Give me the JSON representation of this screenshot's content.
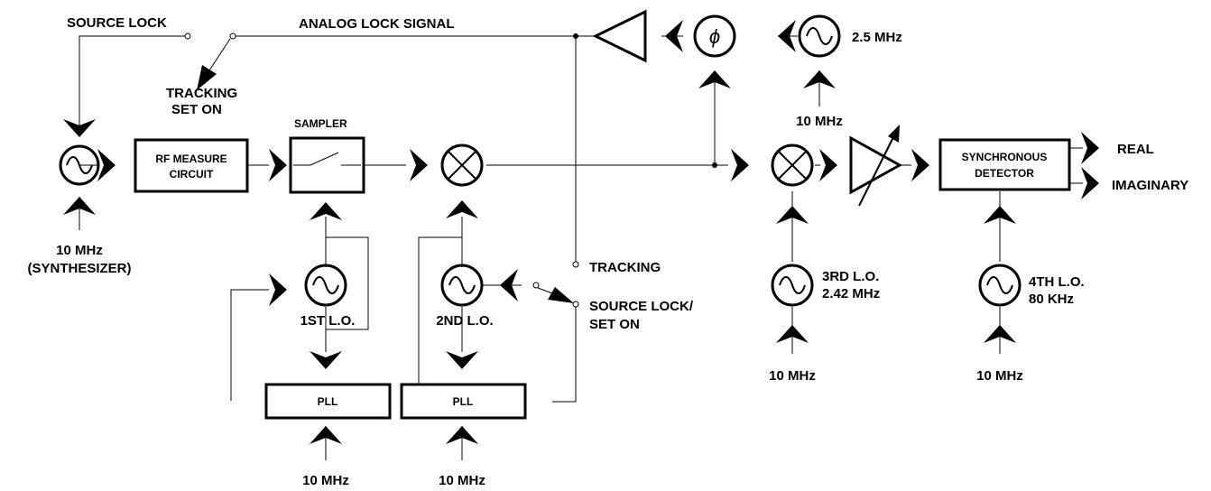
{
  "labels": {
    "source_lock": "SOURCE LOCK",
    "analog_lock_signal": "ANALOG LOCK SIGNAL",
    "tracking_set_on_1": "TRACKING",
    "tracking_set_on_2": "SET ON",
    "sampler": "SAMPLER",
    "rf_measure_1": "RF MEASURE",
    "rf_measure_2": "CIRCUIT",
    "synth_freq": "10 MHz",
    "synth_name": "(SYNTHESIZER)",
    "first_lo": "1ST L.O.",
    "second_lo": "2ND L.O.",
    "pll_1": "PLL",
    "pll_2": "PLL",
    "pll1_ref": "10 MHz",
    "pll2_ref": "10 MHz",
    "tracking": "TRACKING",
    "source_lock_set_on_1": "SOURCE LOCK/",
    "source_lock_set_on_2": "SET ON",
    "phase_symbol": "ϕ",
    "osc_2_5": "2.5 MHz",
    "ref_2_5": "10 MHz",
    "third_lo_1": "3RD L.O.",
    "third_lo_2": "2.42 MHz",
    "third_lo_ref": "10 MHz",
    "sync_det_1": "SYNCHRONOUS",
    "sync_det_2": "DETECTOR",
    "real": "REAL",
    "imaginary": "IMAGINARY",
    "fourth_lo_1": "4TH L.O.",
    "fourth_lo_2": "80 KHz",
    "fourth_lo_ref": "10 MHz"
  },
  "icons": {
    "oscillator": "sine-wave-in-circle",
    "mixer": "x-in-circle",
    "phase_shifter": "phi-in-circle",
    "amplifier": "triangle",
    "variable_gain_amplifier": "triangle-with-diagonal-arrow",
    "sampler_switch": "switch-symbol",
    "arrowhead": "chevron-arrow"
  }
}
